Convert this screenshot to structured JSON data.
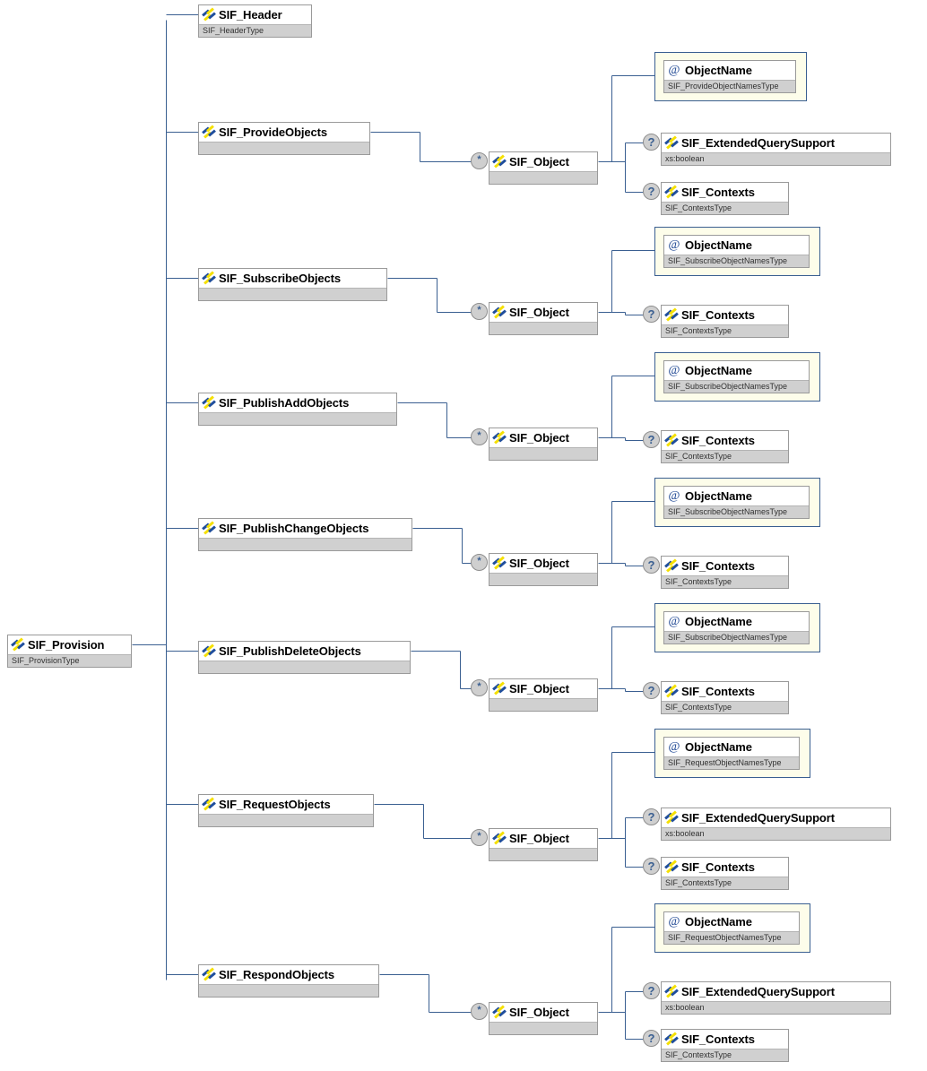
{
  "diagram": {
    "kind": "xml-schema-tree",
    "title": "SIF_Provision element structure",
    "colors": {
      "line": "#3a5f91",
      "node_border": "#9a9a9a",
      "type_bar": "#d0d0d0",
      "attribute_frame": "#fdfdea",
      "marker_fill": "#cfcfcf",
      "icon_yellow": "#f5e003",
      "icon_blue": "#1f4e9c"
    },
    "markers": {
      "unbounded": "*",
      "optional": "?"
    }
  },
  "root": {
    "label": "SIF_Provision",
    "type": "SIF_ProvisionType",
    "icon": "element-icon"
  },
  "branches": [
    {
      "label": "SIF_Header",
      "type": "SIF_HeaderType",
      "icon": "element-icon",
      "object": null,
      "attributes": [],
      "children": []
    },
    {
      "label": "SIF_ProvideObjects",
      "type": "",
      "icon": "element-icon",
      "object": {
        "label": "SIF_Object",
        "type": "",
        "icon": "element-icon",
        "marker": "*"
      },
      "attributes": [
        {
          "label": "ObjectName",
          "type": "SIF_ProvideObjectNamesType",
          "icon": "attribute-icon"
        }
      ],
      "children": [
        {
          "label": "SIF_ExtendedQuerySupport",
          "type": "xs:boolean",
          "icon": "element-icon",
          "marker": "?"
        },
        {
          "label": "SIF_Contexts",
          "type": "SIF_ContextsType",
          "icon": "element-icon",
          "marker": "?"
        }
      ]
    },
    {
      "label": "SIF_SubscribeObjects",
      "type": "",
      "icon": "element-icon",
      "object": {
        "label": "SIF_Object",
        "type": "",
        "icon": "element-icon",
        "marker": "*"
      },
      "attributes": [
        {
          "label": "ObjectName",
          "type": "SIF_SubscribeObjectNamesType",
          "icon": "attribute-icon"
        }
      ],
      "children": [
        {
          "label": "SIF_Contexts",
          "type": "SIF_ContextsType",
          "icon": "element-icon",
          "marker": "?"
        }
      ]
    },
    {
      "label": "SIF_PublishAddObjects",
      "type": "",
      "icon": "element-icon",
      "object": {
        "label": "SIF_Object",
        "type": "",
        "icon": "element-icon",
        "marker": "*"
      },
      "attributes": [
        {
          "label": "ObjectName",
          "type": "SIF_SubscribeObjectNamesType",
          "icon": "attribute-icon"
        }
      ],
      "children": [
        {
          "label": "SIF_Contexts",
          "type": "SIF_ContextsType",
          "icon": "element-icon",
          "marker": "?"
        }
      ]
    },
    {
      "label": "SIF_PublishChangeObjects",
      "type": "",
      "icon": "element-icon",
      "object": {
        "label": "SIF_Object",
        "type": "",
        "icon": "element-icon",
        "marker": "*"
      },
      "attributes": [
        {
          "label": "ObjectName",
          "type": "SIF_SubscribeObjectNamesType",
          "icon": "attribute-icon"
        }
      ],
      "children": [
        {
          "label": "SIF_Contexts",
          "type": "SIF_ContextsType",
          "icon": "element-icon",
          "marker": "?"
        }
      ]
    },
    {
      "label": "SIF_PublishDeleteObjects",
      "type": "",
      "icon": "element-icon",
      "object": {
        "label": "SIF_Object",
        "type": "",
        "icon": "element-icon",
        "marker": "*"
      },
      "attributes": [
        {
          "label": "ObjectName",
          "type": "SIF_SubscribeObjectNamesType",
          "icon": "attribute-icon"
        }
      ],
      "children": [
        {
          "label": "SIF_Contexts",
          "type": "SIF_ContextsType",
          "icon": "element-icon",
          "marker": "?"
        }
      ]
    },
    {
      "label": "SIF_RequestObjects",
      "type": "",
      "icon": "element-icon",
      "object": {
        "label": "SIF_Object",
        "type": "",
        "icon": "element-icon",
        "marker": "*"
      },
      "attributes": [
        {
          "label": "ObjectName",
          "type": "SIF_RequestObjectNamesType",
          "icon": "attribute-icon"
        }
      ],
      "children": [
        {
          "label": "SIF_ExtendedQuerySupport",
          "type": "xs:boolean",
          "icon": "element-icon",
          "marker": "?"
        },
        {
          "label": "SIF_Contexts",
          "type": "SIF_ContextsType",
          "icon": "element-icon",
          "marker": "?"
        }
      ]
    },
    {
      "label": "SIF_RespondObjects",
      "type": "",
      "icon": "element-icon",
      "object": {
        "label": "SIF_Object",
        "type": "",
        "icon": "element-icon",
        "marker": "*"
      },
      "attributes": [
        {
          "label": "ObjectName",
          "type": "SIF_RequestObjectNamesType",
          "icon": "attribute-icon"
        }
      ],
      "children": [
        {
          "label": "SIF_ExtendedQuerySupport",
          "type": "xs:boolean",
          "icon": "element-icon",
          "marker": "?"
        },
        {
          "label": "SIF_Contexts",
          "type": "SIF_ContextsType",
          "icon": "element-icon",
          "marker": "?"
        }
      ]
    }
  ]
}
